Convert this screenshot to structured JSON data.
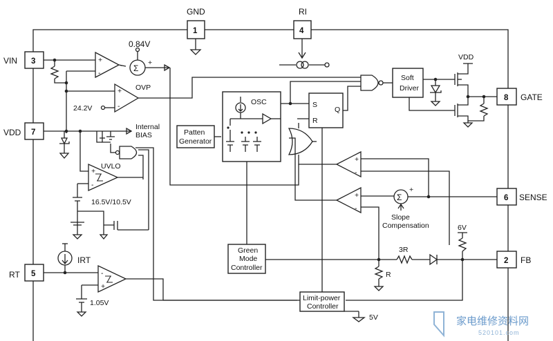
{
  "pins": {
    "gnd": {
      "name": "GND",
      "num": "1"
    },
    "ri": {
      "name": "RI",
      "num": "4"
    },
    "vin": {
      "name": "VIN",
      "num": "3"
    },
    "vdd": {
      "name": "VDD",
      "num": "7"
    },
    "rt": {
      "name": "RT",
      "num": "5"
    },
    "gate": {
      "name": "GATE",
      "num": "8"
    },
    "sense": {
      "name": "SENSE",
      "num": "6"
    },
    "fb": {
      "name": "FB",
      "num": "2"
    }
  },
  "labels": {
    "v084": "0.84V",
    "ovp": "OVP",
    "v242": "24.2V",
    "internal": "Internal",
    "bias": "BIAS",
    "uvlo": "UVLO",
    "uvlo_th": "16.5V/10.5V",
    "irt": "IRT",
    "v105": "1.05V",
    "osc": "OSC",
    "patten1": "Patten",
    "patten2": "Generator",
    "soft1": "Soft",
    "soft2": "Driver",
    "vdd_top": "VDD",
    "s": "S",
    "r": "R",
    "q": "Q",
    "slope1": "Slope",
    "slope2": "Compensation",
    "green1": "Green",
    "green2": "Mode",
    "green3": "Controller",
    "limit1": "Limit-power",
    "limit2": "Controller",
    "v5": "5V",
    "v6": "6V",
    "r3": "3R",
    "rr": "R",
    "sigma": "Σ",
    "plus": "+",
    "minus": "-"
  },
  "watermark": {
    "cn": "家电维修资料网",
    "url": "520101.com"
  }
}
